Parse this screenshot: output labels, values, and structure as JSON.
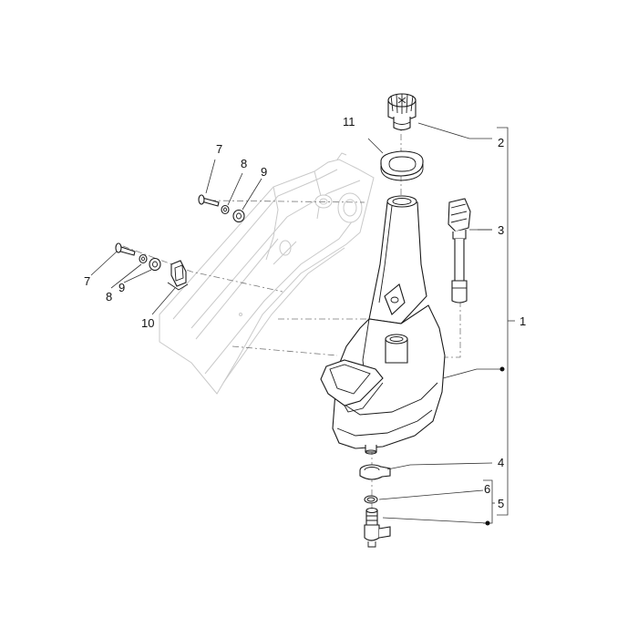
{
  "diagram": {
    "labels": [
      {
        "id": "label-1",
        "text": "1"
      },
      {
        "id": "label-2",
        "text": "2"
      },
      {
        "id": "label-3",
        "text": "3"
      },
      {
        "id": "label-4",
        "text": "4"
      },
      {
        "id": "label-5",
        "text": "5"
      },
      {
        "id": "label-6",
        "text": "6"
      },
      {
        "id": "label-7a",
        "text": "7"
      },
      {
        "id": "label-7b",
        "text": "7"
      },
      {
        "id": "label-8a",
        "text": "8"
      },
      {
        "id": "label-8b",
        "text": "8"
      },
      {
        "id": "label-9a",
        "text": "9"
      },
      {
        "id": "label-9b",
        "text": "9"
      },
      {
        "id": "label-10",
        "text": "10"
      },
      {
        "id": "label-11",
        "text": "11"
      }
    ]
  }
}
